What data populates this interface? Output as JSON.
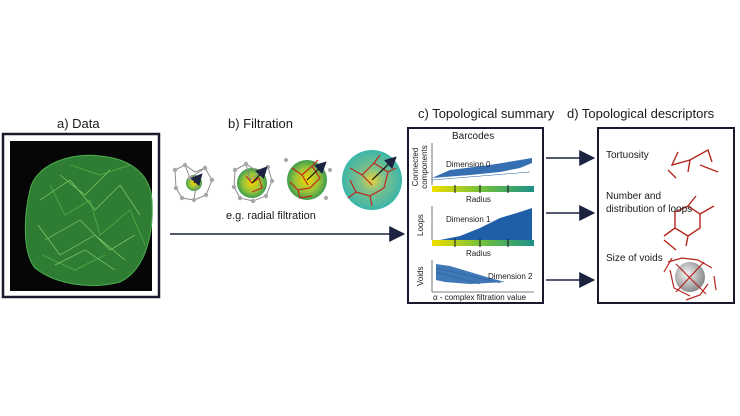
{
  "panels": {
    "a": {
      "title": "a) Data"
    },
    "b": {
      "title": "b) Filtration",
      "caption": "e.g. radial filtration"
    },
    "c": {
      "title": "c) Topological summary",
      "barcodes_label": "Barcodes",
      "rows": [
        {
          "ylabel": "Connected components",
          "dimension": "Dimension 0",
          "xlabel": "Radius"
        },
        {
          "ylabel": "Loops",
          "dimension": "Dimension 1",
          "xlabel": "Radius"
        },
        {
          "ylabel": "Voids",
          "dimension": "Dimension 2",
          "xlabel": "α - complex filtration value"
        }
      ]
    },
    "d": {
      "title": "d) Topological descriptors",
      "items": [
        "Tortuosity",
        "Number and distribution of loops",
        "Size of voids"
      ]
    }
  },
  "colors": {
    "frame": "#1a1a2e",
    "arrow": "#1c2340",
    "barcode": "#1f5fa8",
    "network": "#c0281e",
    "tissue": "#3fa34d"
  }
}
